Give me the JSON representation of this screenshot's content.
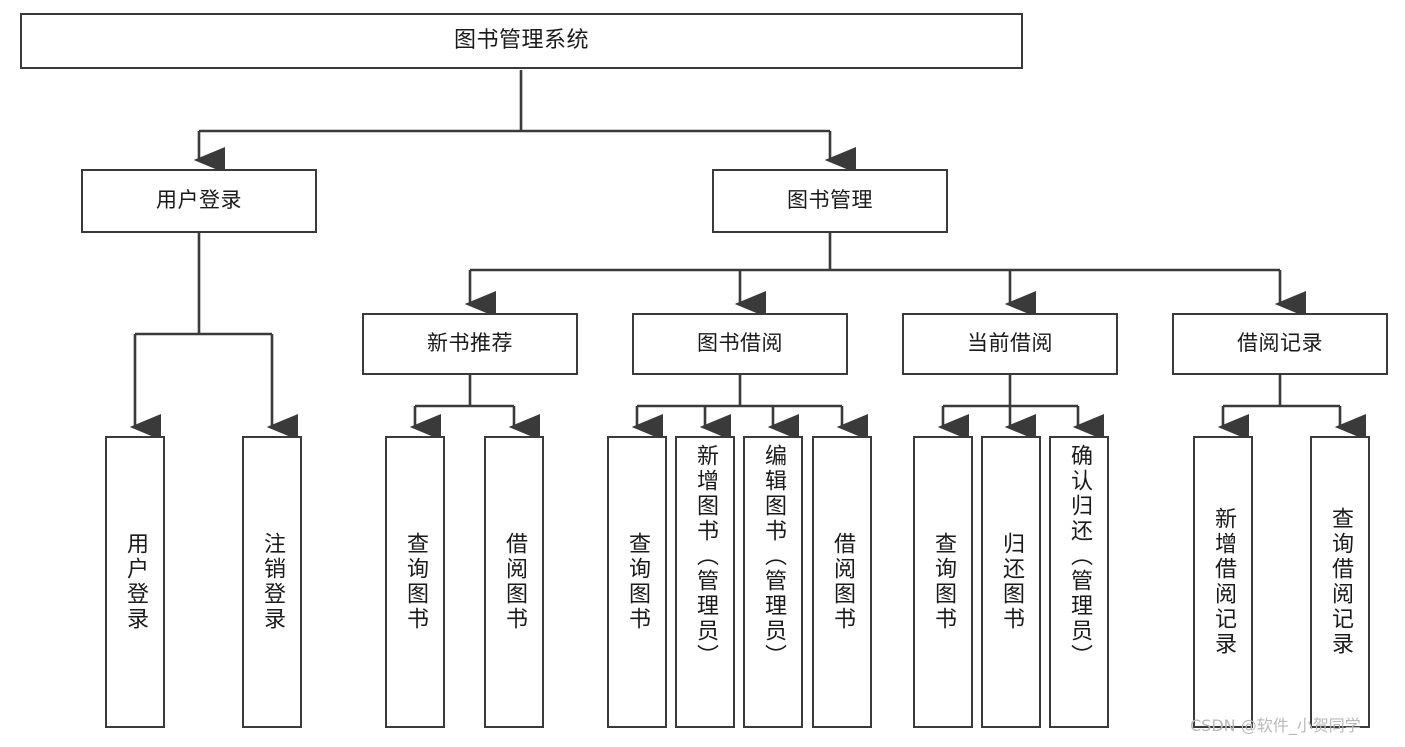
{
  "diagram": {
    "title": "图书管理系统",
    "type": "tree",
    "orientation": "top-down",
    "colors": {
      "box_border": "#3a3a3a",
      "box_fill": "#ffffff",
      "edge": "#3a3a3a",
      "text": "#1a1a1a",
      "watermark": "#b9b9b9",
      "background": "#ffffff"
    }
  },
  "watermark": {
    "text": "CSDN @软件_小贺同学"
  },
  "nodes": {
    "root": {
      "label": "图书管理系统"
    },
    "level2": [
      {
        "id": "user-login",
        "label": "用户登录"
      },
      {
        "id": "book-management",
        "label": "图书管理"
      }
    ],
    "level3": [
      {
        "id": "new-book-recommend",
        "label": "新书推荐"
      },
      {
        "id": "book-borrow",
        "label": "图书借阅"
      },
      {
        "id": "current-borrow",
        "label": "当前借阅"
      },
      {
        "id": "borrow-record",
        "label": "借阅记录"
      }
    ],
    "leaves": {
      "user_login": [
        {
          "id": "leaf-user-login",
          "label": "用户登录"
        },
        {
          "id": "leaf-logout",
          "label": "注销登录"
        }
      ],
      "new_book_recommend": [
        {
          "id": "leaf-query-book-1",
          "label": "查询图书"
        },
        {
          "id": "leaf-borrow-book-1",
          "label": "借阅图书"
        }
      ],
      "book_borrow": [
        {
          "id": "leaf-query-book-2",
          "label": "查询图书"
        },
        {
          "id": "leaf-add-book",
          "label": "新增图书（管理员）"
        },
        {
          "id": "leaf-edit-book",
          "label": "编辑图书（管理员）"
        },
        {
          "id": "leaf-borrow-book-2",
          "label": "借阅图书"
        }
      ],
      "current_borrow": [
        {
          "id": "leaf-query-book-3",
          "label": "查询图书"
        },
        {
          "id": "leaf-return-book",
          "label": "归还图书"
        },
        {
          "id": "leaf-confirm-return",
          "label": "确认归还（管理员）"
        }
      ],
      "borrow_record": [
        {
          "id": "leaf-add-record",
          "label": "新增借阅记录"
        },
        {
          "id": "leaf-query-record",
          "label": "查询借阅记录"
        }
      ]
    }
  }
}
